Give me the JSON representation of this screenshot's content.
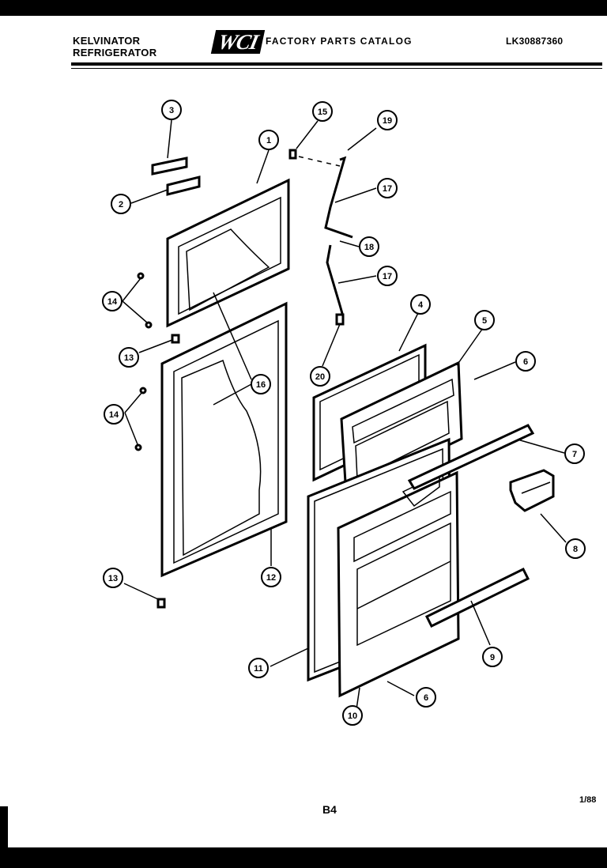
{
  "header": {
    "brand_line1": "KELVINATOR",
    "brand_line2": "REFRIGERATOR",
    "logo": "WCI",
    "catalog_title": "FACTORY PARTS CATALOG",
    "doc_number": "LK30887360"
  },
  "footer": {
    "page_code": "B4",
    "date_code": "1/88"
  },
  "callouts": [
    {
      "id": "c3",
      "label": "3"
    },
    {
      "id": "c2",
      "label": "2"
    },
    {
      "id": "c1",
      "label": "1"
    },
    {
      "id": "c15",
      "label": "15"
    },
    {
      "id": "c19",
      "label": "19"
    },
    {
      "id": "c17a",
      "label": "17"
    },
    {
      "id": "c18",
      "label": "18"
    },
    {
      "id": "c17b",
      "label": "17"
    },
    {
      "id": "c14a",
      "label": "14"
    },
    {
      "id": "c13a",
      "label": "13"
    },
    {
      "id": "c16",
      "label": "16"
    },
    {
      "id": "c14b",
      "label": "14"
    },
    {
      "id": "c20",
      "label": "20"
    },
    {
      "id": "c4",
      "label": "4"
    },
    {
      "id": "c5",
      "label": "5"
    },
    {
      "id": "c6a",
      "label": "6"
    },
    {
      "id": "c7",
      "label": "7"
    },
    {
      "id": "c8",
      "label": "8"
    },
    {
      "id": "c12",
      "label": "12"
    },
    {
      "id": "c13b",
      "label": "13"
    },
    {
      "id": "c11",
      "label": "11"
    },
    {
      "id": "c9",
      "label": "9"
    },
    {
      "id": "c6b",
      "label": "6"
    },
    {
      "id": "c10",
      "label": "10"
    }
  ]
}
